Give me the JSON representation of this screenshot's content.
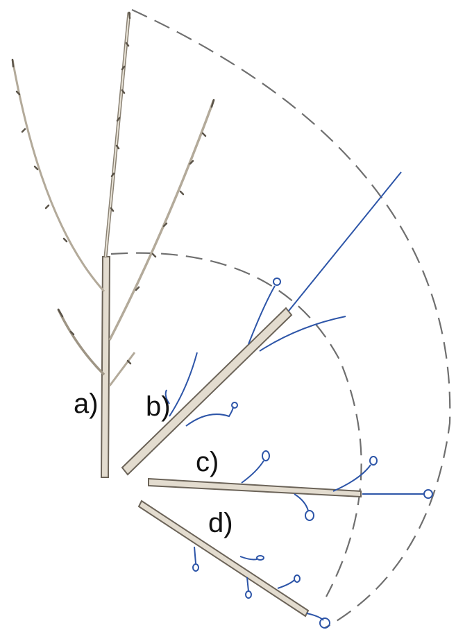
{
  "labels": {
    "a": "a)",
    "b": "b)",
    "c": "c)",
    "d": "d)"
  },
  "colors": {
    "background": "#ffffff",
    "branch_outline": "#6b6358",
    "branch_fill": "#e3dccf",
    "dashed_arc": "#6f6f6f",
    "growth_lines": "#2d55a8",
    "bud_marks": "#5a5348"
  }
}
